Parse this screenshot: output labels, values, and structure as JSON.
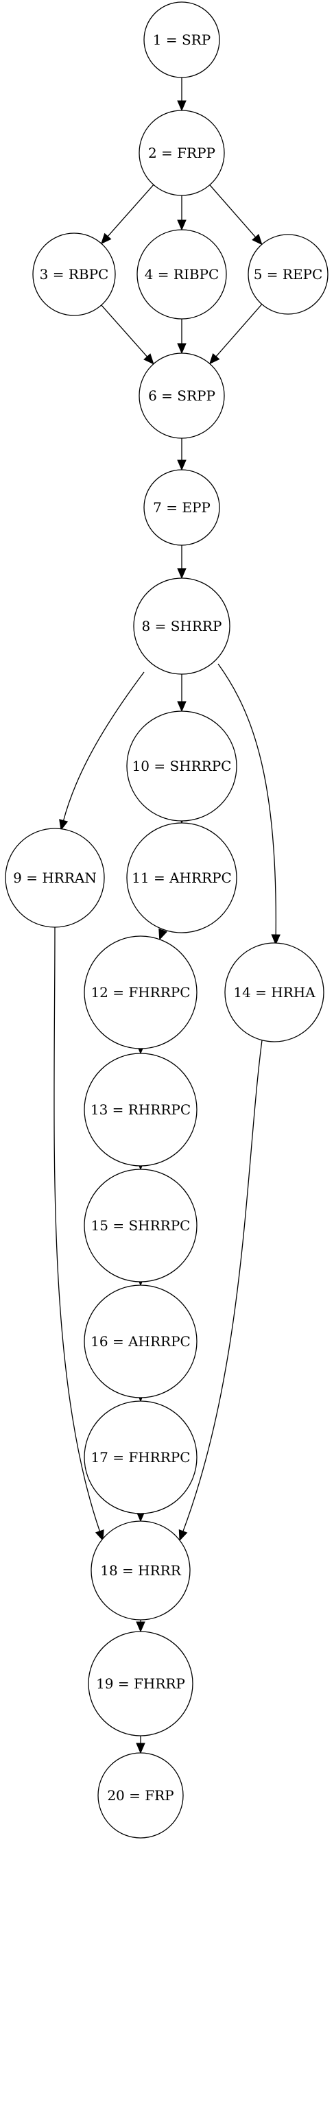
{
  "nodes": [
    {
      "id": "1",
      "label": "1 = SRP"
    },
    {
      "id": "2",
      "label": "2 = FRPP"
    },
    {
      "id": "3",
      "label": "3 = RBPC"
    },
    {
      "id": "4",
      "label": "4 = RIBPC"
    },
    {
      "id": "5",
      "label": "5 = REPC"
    },
    {
      "id": "6",
      "label": "6 = SRPP"
    },
    {
      "id": "7",
      "label": "7 = EPP"
    },
    {
      "id": "8",
      "label": "8 = SHRRP"
    },
    {
      "id": "9",
      "label": "9 = HRRAN"
    },
    {
      "id": "10",
      "label": "10 = SHRRPC"
    },
    {
      "id": "11",
      "label": "11 = AHRRPC"
    },
    {
      "id": "12",
      "label": "12 = FHRRPC"
    },
    {
      "id": "13",
      "label": "13 = RHRRPC"
    },
    {
      "id": "14",
      "label": "14 = HRHA"
    },
    {
      "id": "15",
      "label": "15 = SHRRPC"
    },
    {
      "id": "16",
      "label": "16 = AHRRPC"
    },
    {
      "id": "17",
      "label": "17 = FHRRPC"
    },
    {
      "id": "18",
      "label": "18 = HRRR"
    },
    {
      "id": "19",
      "label": "19 = FHRRP"
    },
    {
      "id": "20",
      "label": "20 = FRP"
    }
  ],
  "edges": [
    {
      "from": "1",
      "to": "2"
    },
    {
      "from": "2",
      "to": "3"
    },
    {
      "from": "2",
      "to": "4"
    },
    {
      "from": "2",
      "to": "5"
    },
    {
      "from": "3",
      "to": "6"
    },
    {
      "from": "4",
      "to": "6"
    },
    {
      "from": "5",
      "to": "6"
    },
    {
      "from": "6",
      "to": "7"
    },
    {
      "from": "7",
      "to": "8"
    },
    {
      "from": "8",
      "to": "9"
    },
    {
      "from": "8",
      "to": "10"
    },
    {
      "from": "8",
      "to": "14"
    },
    {
      "from": "10",
      "to": "11"
    },
    {
      "from": "11",
      "to": "12"
    },
    {
      "from": "12",
      "to": "13"
    },
    {
      "from": "13",
      "to": "15"
    },
    {
      "from": "15",
      "to": "16"
    },
    {
      "from": "16",
      "to": "17"
    },
    {
      "from": "17",
      "to": "18"
    },
    {
      "from": "9",
      "to": "18"
    },
    {
      "from": "14",
      "to": "18"
    },
    {
      "from": "18",
      "to": "19"
    },
    {
      "from": "19",
      "to": "20"
    }
  ]
}
